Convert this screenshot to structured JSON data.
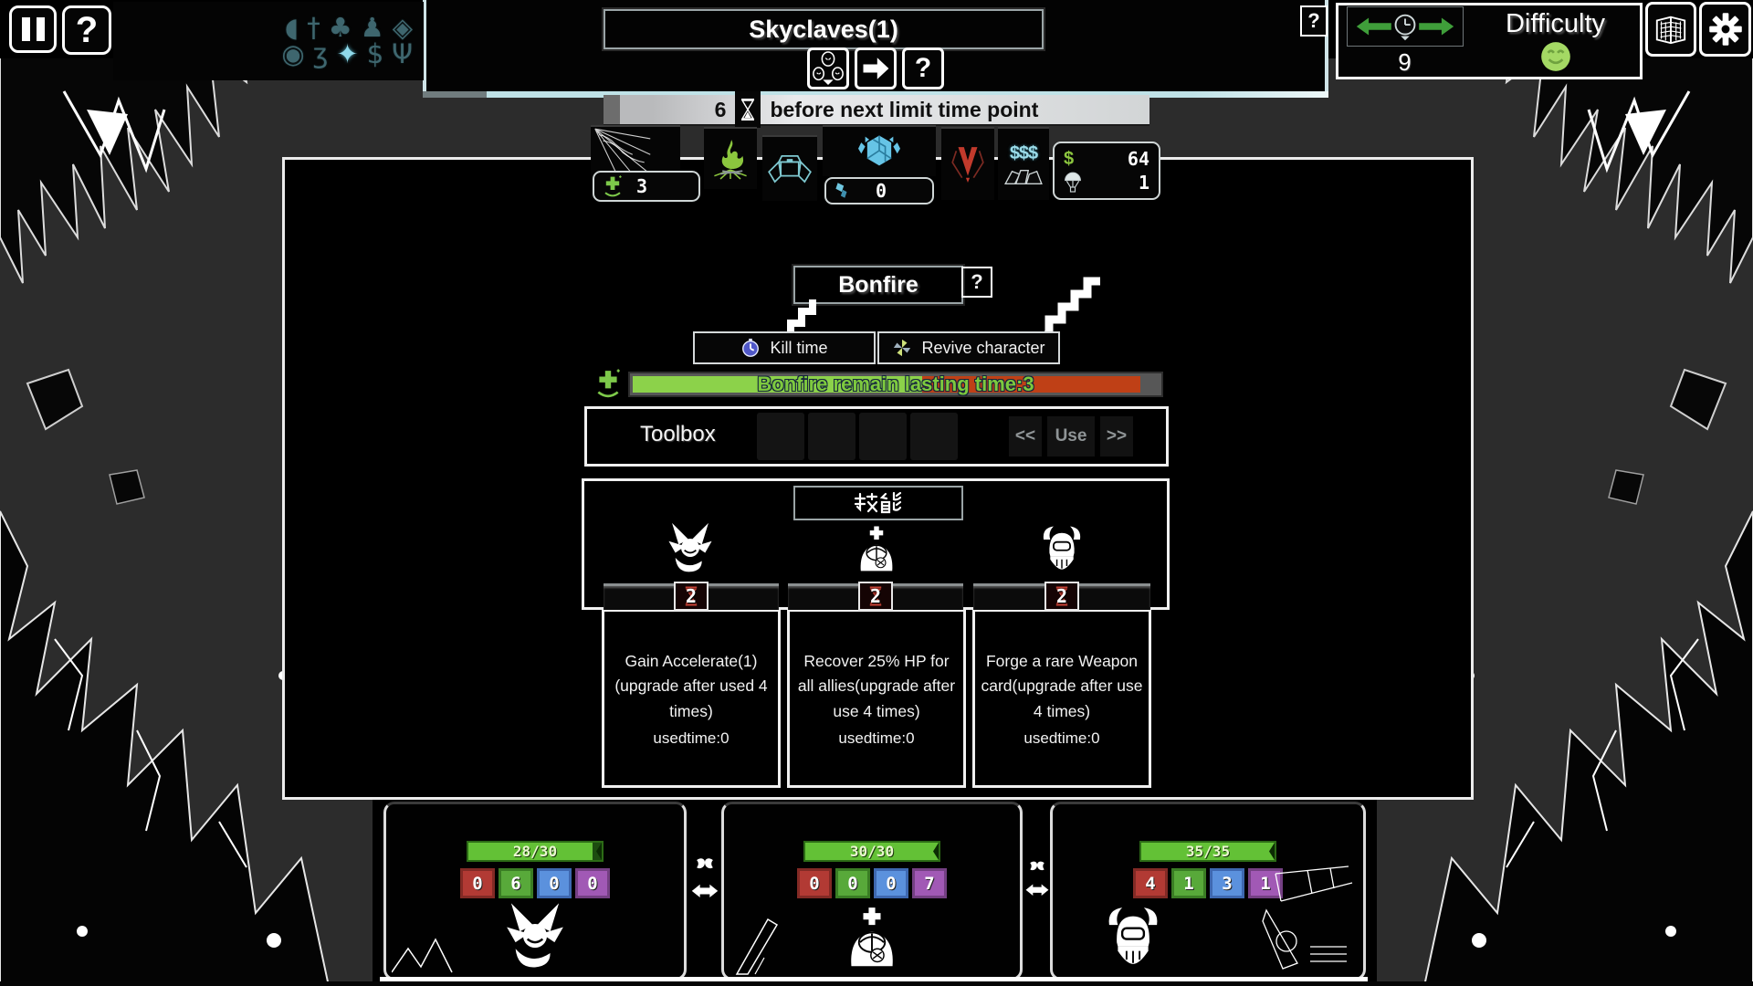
{
  "topbar": {
    "title": "Skyclaves(1)",
    "pause_icon": "pause",
    "help_label": "?",
    "banner_help_label": "?",
    "timer_value": "6",
    "timer_label": "before next limit time point"
  },
  "sigils": {
    "row1": [
      {
        "name": "fan-sigil",
        "glyph": "◖"
      },
      {
        "name": "cross-sigil",
        "glyph": "†"
      },
      {
        "name": "clover-sigil",
        "glyph": "♣"
      },
      {
        "name": "pawn-sigil",
        "glyph": "♟"
      },
      {
        "name": "gem-sigil",
        "glyph": "◈"
      }
    ],
    "row2": [
      {
        "name": "eye-sigil",
        "glyph": "◉"
      },
      {
        "name": "squiggle-sigil",
        "glyph": "ʒ"
      },
      {
        "name": "star-sigil",
        "glyph": "✦"
      },
      {
        "name": "dollar-sigil",
        "glyph": "$"
      },
      {
        "name": "crown-sigil",
        "glyph": "Ψ"
      }
    ]
  },
  "top_right": {
    "help_label": "?",
    "difficulty_label": "Difficulty",
    "difficulty_value": "9"
  },
  "resources": {
    "bonfire_uses": "3",
    "shard_count": "0",
    "money_glyph": "$$$",
    "gold_glyph": "$",
    "gold": "64",
    "supplies": "1"
  },
  "bonfire": {
    "title": "Bonfire",
    "help_label": "?",
    "kill_time_label": "Kill time",
    "revive_label": "Revive character",
    "progress_text": "Bonfire remain lasting time:3",
    "progress_green_pct": 55,
    "progress_red_pct": 41
  },
  "toolbox": {
    "title": "Toolbox",
    "prev_label": "<<",
    "use_label": "Use",
    "next_label": ">>",
    "slot_count": 4
  },
  "skills": {
    "title": "技能",
    "entries": [
      {
        "portrait": "imp",
        "cooldown": "2",
        "description": "Gain Accelerate(1) (upgrade after used 4 times)",
        "used": "usedtime:0"
      },
      {
        "portrait": "medic",
        "cooldown": "2",
        "description": "Recover 25% HP for all allies(upgrade after use 4 times)",
        "used": "usedtime:0"
      },
      {
        "portrait": "viking",
        "cooldown": "2",
        "description": "Forge a rare Weapon card(upgrade after use 4 times)",
        "used": "usedtime:0"
      }
    ]
  },
  "party": [
    {
      "portrait": "imp",
      "hp": "28/30",
      "hp_pct": 93,
      "stats": [
        {
          "type": "red",
          "value": "0"
        },
        {
          "type": "green",
          "value": "6"
        },
        {
          "type": "blue",
          "value": "0"
        },
        {
          "type": "purple",
          "value": "0"
        }
      ]
    },
    {
      "portrait": "medic",
      "hp": "30/30",
      "hp_pct": 100,
      "stats": [
        {
          "type": "red",
          "value": "0"
        },
        {
          "type": "green",
          "value": "0"
        },
        {
          "type": "blue",
          "value": "0"
        },
        {
          "type": "purple",
          "value": "7"
        }
      ]
    },
    {
      "portrait": "viking",
      "hp": "35/35",
      "hp_pct": 100,
      "stats": [
        {
          "type": "red",
          "value": "4"
        },
        {
          "type": "green",
          "value": "1"
        },
        {
          "type": "blue",
          "value": "3"
        },
        {
          "type": "purple",
          "value": "1"
        }
      ]
    }
  ],
  "colors": {
    "accent_teal": "#3e666e",
    "bright_cyan": "#8fd9ea",
    "hp_green": "#63c136",
    "progress_green": "#8cd24a",
    "progress_red": "#bf4016",
    "stat_red": "#b23a34",
    "stat_green": "#58a93a",
    "stat_blue": "#5b91dd",
    "stat_purple": "#a159b5",
    "flame_green": "#8bc63e",
    "cube_blue": "#66c4e6",
    "alert_red": "#c23a2c",
    "smiley_green": "#a4d964"
  }
}
